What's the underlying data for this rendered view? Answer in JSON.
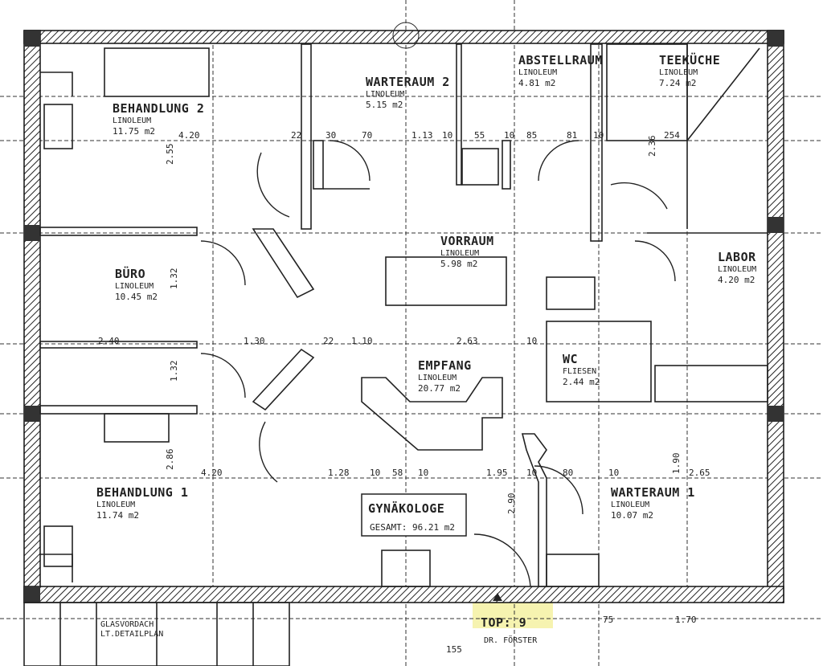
{
  "plan": {
    "rooms": [
      {
        "name": "BEHANDLUNG 2",
        "floor": "LINOLEUM",
        "area": "11.75 m2"
      },
      {
        "name": "WARTERAUM 2",
        "floor": "LINOLEUM",
        "area": "5.15 m2"
      },
      {
        "name": "ABSTELLRAUM",
        "floor": "LINOLEUM",
        "area": "4.81 m2"
      },
      {
        "name": "TEEKÜCHE",
        "floor": "LINOLEUM",
        "area": "7.24 m2"
      },
      {
        "name": "VORRAUM",
        "floor": "LINOLEUM",
        "area": "5.98 m2"
      },
      {
        "name": "BÜRO",
        "floor": "LINOLEUM",
        "area": "10.45 m2"
      },
      {
        "name": "LABOR",
        "floor": "LINOLEUM",
        "area": "4.20 m2"
      },
      {
        "name": "EMPFANG",
        "floor": "LINOLEUM",
        "area": "20.77 m2"
      },
      {
        "name": "WC",
        "floor": "FLIESEN",
        "area": "2.44 m2"
      },
      {
        "name": "BEHANDLUNG 1",
        "floor": "LINOLEUM",
        "area": "11.74 m2"
      },
      {
        "name": "WARTERAUM 1",
        "floor": "LINOLEUM",
        "area": "10.07 m2"
      }
    ],
    "summary": {
      "title": "GYNÄKOLOGE",
      "total": "GESAMT: 96.21 m2"
    },
    "unit": {
      "top": "TOP: 9",
      "owner": "DR. FÖRSTER",
      "highlight_color": "#f6f3b0"
    },
    "canopy": {
      "line1": "GLASVORDACH",
      "line2": "LT.DETAILPLAN"
    },
    "dimensions": [
      "4.20",
      "2.55",
      "22",
      "30",
      "70",
      "1.13",
      "10",
      "55",
      "10",
      "85",
      "81",
      "10",
      "254",
      "2.36",
      "2.40",
      "1.32",
      "1.30",
      "22",
      "1.10",
      "2.63",
      "10",
      "1.32",
      "4.20",
      "2.86",
      "1.28",
      "10",
      "58",
      "10",
      "1.95",
      "10",
      "80",
      "10",
      "2.65",
      "2.90",
      "1.90",
      "75",
      "1.70",
      "155"
    ]
  }
}
